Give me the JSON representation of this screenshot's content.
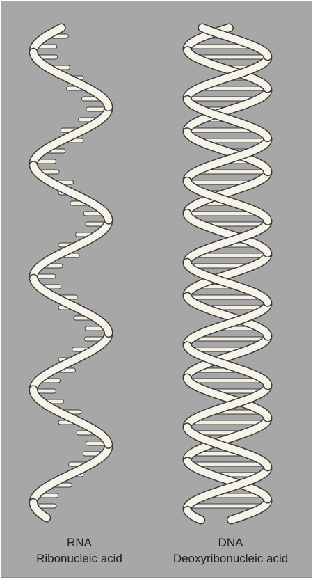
{
  "colors": {
    "background": "#a7a7a7",
    "strand": "#f6f3e8",
    "outline": "#3a3a3a",
    "base": "#f3efe2",
    "text": "#1f1f1f"
  },
  "molecules": [
    {
      "id": "rna",
      "name": "RNA",
      "full_name": "Ribonucleic acid",
      "strands": 1
    },
    {
      "id": "dna",
      "name": "DNA",
      "full_name": "Deoxyribonucleic acid",
      "strands": 2
    }
  ]
}
